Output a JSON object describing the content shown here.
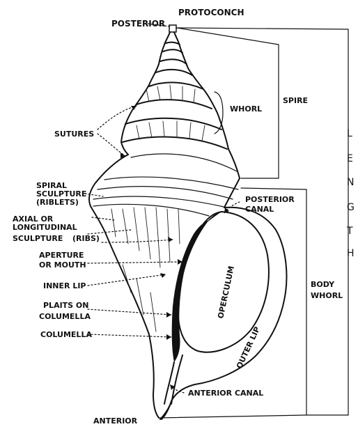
{
  "labels": {
    "protoconch": "PROTOCONCH",
    "posterior": "POSTERIOR",
    "whorl": "WHORL",
    "spire": "SPIRE",
    "sutures": "SUTURES",
    "spiral_1": "SPIRAL",
    "spiral_2": "SCULPTURE",
    "spiral_3": "(RIBLETS)",
    "axial_1": "AXIAL OR",
    "axial_2": "LONGITUDINAL",
    "axial_3": "SCULPTURE",
    "axial_4": "(RIBS)",
    "aperture_1": "APERTURE",
    "aperture_2": "OR MOUTH",
    "inner_lip": "INNER LIP",
    "plaits_1": "PLAITS ON",
    "plaits_2": "COLUMELLA",
    "columella": "COLUMELLA",
    "posterior_canal_1": "POSTERIOR",
    "posterior_canal_2": "CANAL",
    "operculum": "OPERCULUM",
    "outer_lip": "OUTER LIP",
    "anterior_canal": "ANTERIOR CANAL",
    "body_whorl_1": "BODY",
    "body_whorl_2": "WHORL",
    "anterior": "ANTERIOR",
    "length_letters": [
      "L",
      "E",
      "N",
      "G",
      "T",
      "H"
    ]
  }
}
